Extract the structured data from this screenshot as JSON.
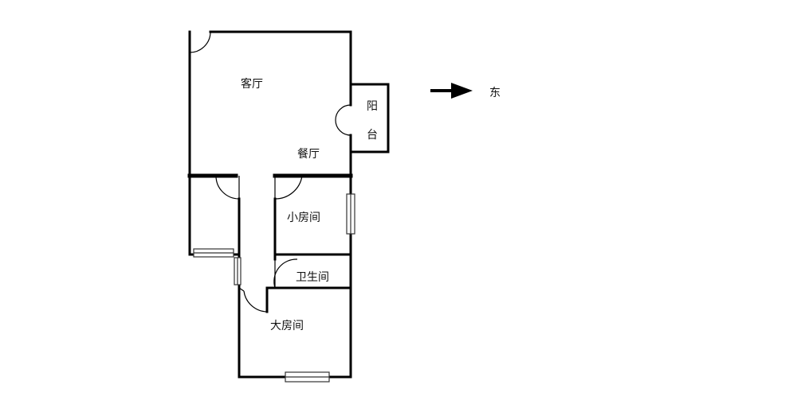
{
  "rooms": {
    "living_room": "客厅",
    "dining_room": "餐厅",
    "balcony_line1": "阳",
    "balcony_line2": "台",
    "small_bedroom": "小房间",
    "bathroom": "卫生间",
    "large_bedroom": "大房间"
  },
  "orientation": {
    "direction_label": "东",
    "arrow_icon": "arrow-right-icon"
  },
  "colors": {
    "wall": "#000000",
    "window_frame": "#333333",
    "background": "#ffffff"
  }
}
